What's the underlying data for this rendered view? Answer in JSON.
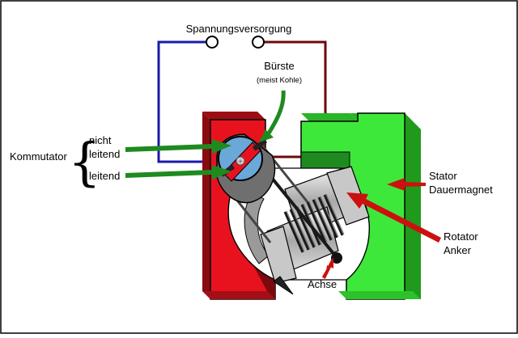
{
  "labels": {
    "power_supply": "Spannungsversorgung",
    "brush": "Bürste",
    "brush_note": "(meist Kohle)",
    "commutator": "Kommutator",
    "non_conducting_1": "nicht",
    "non_conducting_2": "leitend",
    "conducting": "leitend",
    "stator_1": "Stator",
    "stator_2": "Dauermagnet",
    "rotor_1": "Rotator",
    "rotor_2": "Anker",
    "axle": "Achse",
    "plus_sign": "+"
  },
  "colors": {
    "wire_positive": "#1a1aaa",
    "wire_negative": "#6b0a0a",
    "magnet_red": "#e8121f",
    "magnet_green": "#3ee83a",
    "arrow_green": "#1f8a1f",
    "arrow_red": "#cc1010"
  }
}
